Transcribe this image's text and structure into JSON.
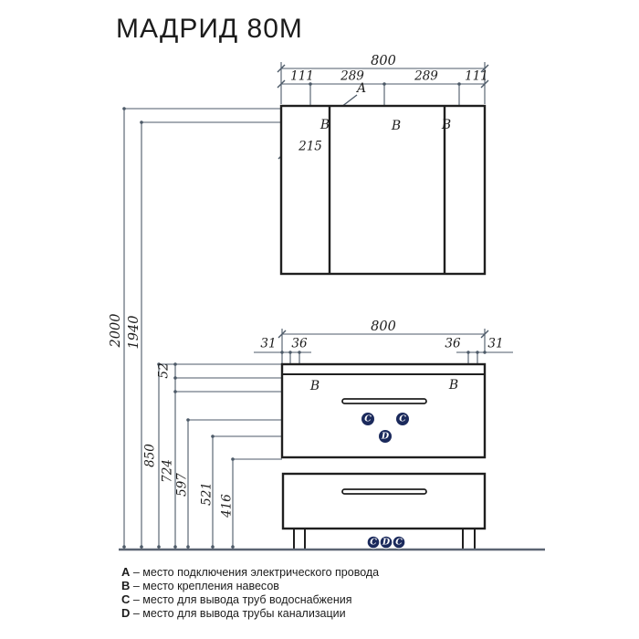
{
  "title": "МАДРИД 80М",
  "colors": {
    "outline": "#1f1f1f",
    "dimension_line": "#4d5a68",
    "floor_line": "#5b6472",
    "marker_fill": "#1b2a5c",
    "marker_text": "#ffffff"
  },
  "mirror_cabinet": {
    "width": "800",
    "segments": [
      "111",
      "289",
      "289",
      "111"
    ],
    "electrical_offset": "215",
    "point_a": "A",
    "point_b": "B"
  },
  "vanity": {
    "width": "800",
    "edge_offset": "31",
    "bracket_width": "36",
    "top_offset": "52",
    "point_b": "B",
    "point_c": "C",
    "point_d": "D"
  },
  "heights": {
    "mirror_top": "2000",
    "mirror_mount": "1940",
    "vanity_top": "850",
    "vanity_mount": "724",
    "water_supply": "597",
    "drain": "521",
    "vanity_bottom": "416"
  },
  "legend": [
    {
      "key": "A",
      "text": "– место подключения электрического провода"
    },
    {
      "key": "B",
      "text": "– место крепления навесов"
    },
    {
      "key": "C",
      "text": "– место для вывода труб водоснабжения"
    },
    {
      "key": "D",
      "text": "– место для вывода трубы канализации"
    }
  ]
}
